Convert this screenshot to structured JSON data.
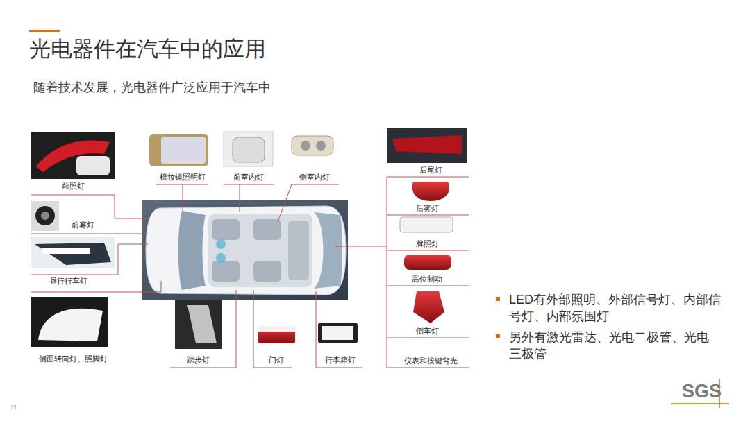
{
  "diagram": {
    "title": "光电器件在汽车中的应用",
    "labels": [
      "随着技术发展，光电器件广泛应用于汽车中",
      "前照灯",
      "前雾灯",
      "昼行行车灯",
      "侧面转向灯、照脚灯",
      "梳妆镜照明灯",
      "前室内灯",
      "侧室内灯",
      "踏步灯",
      "门灯",
      "行李箱灯",
      "后尾灯",
      "后雾灯",
      "牌照灯",
      "高位制动",
      "倒车灯",
      "仪表和按键背光",
      "LED有外部照明、外部信号灯、内部信号灯、内部氛围灯",
      "另外有激光雷达、光电二极管、光电三极管",
      "11",
      "SGS"
    ]
  }
}
